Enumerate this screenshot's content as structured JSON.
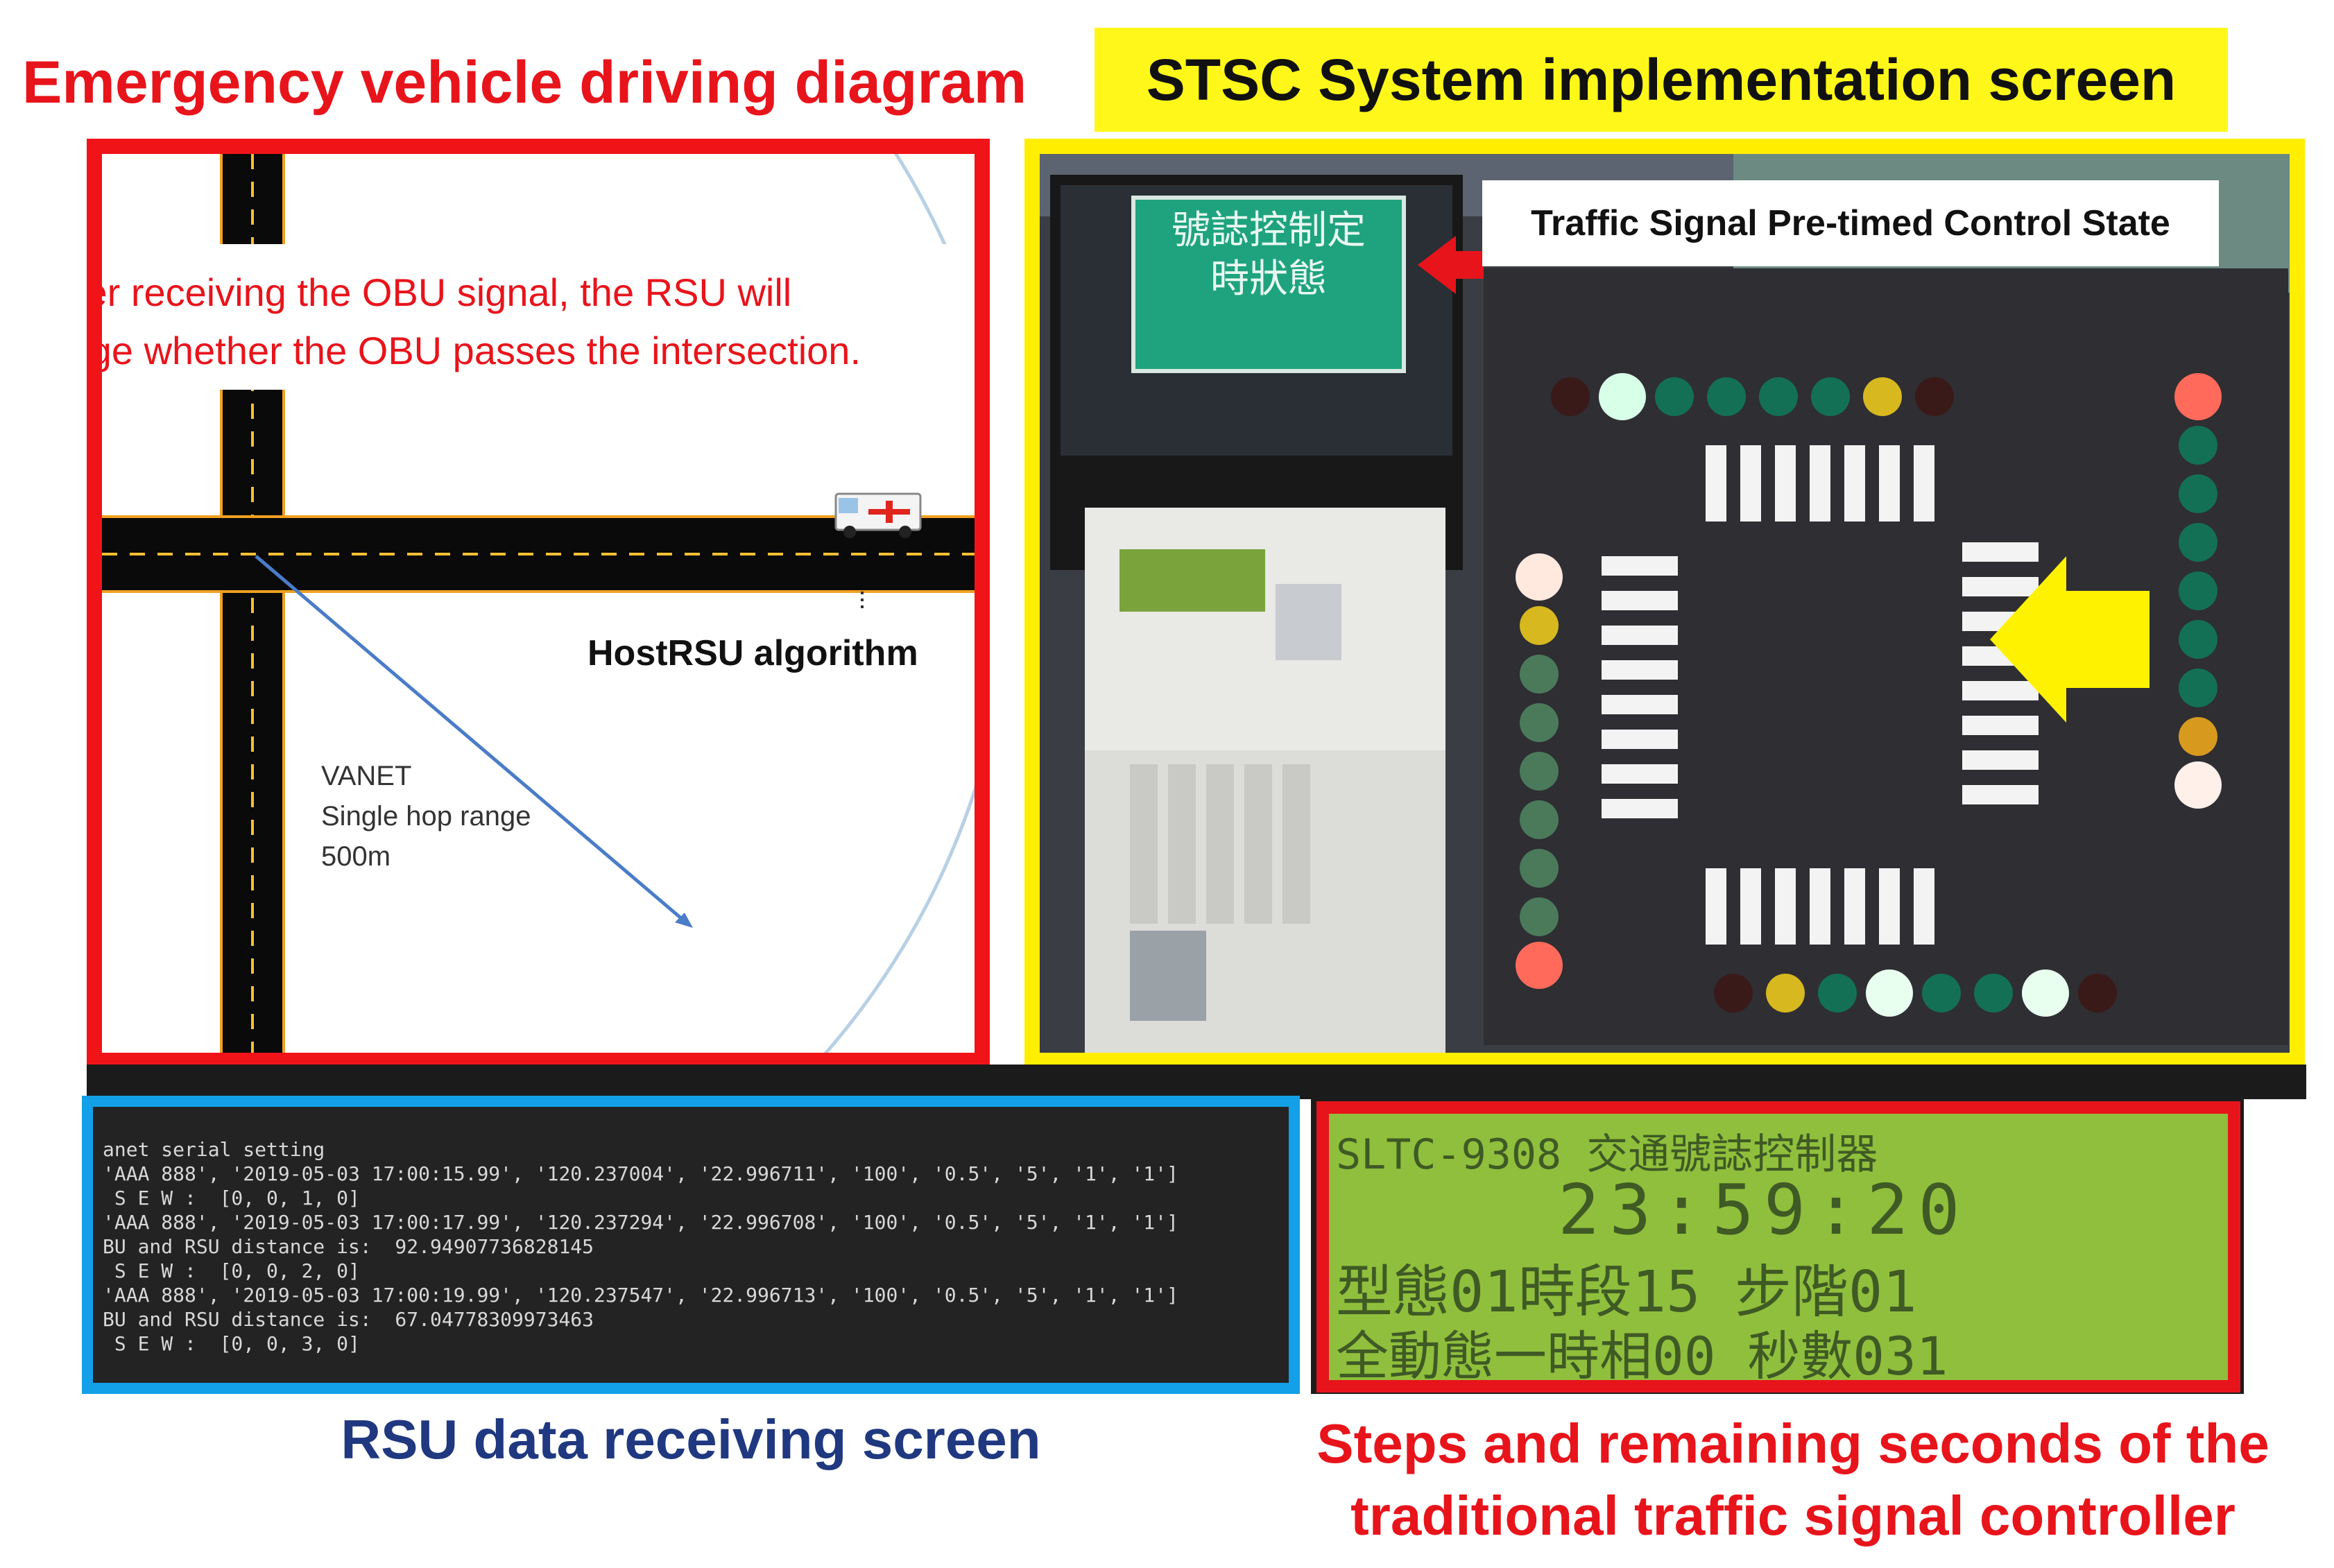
{
  "diagram": {
    "title": "Emergency vehicle driving diagram",
    "annotation_line1": "After receiving the OBU signal, the RSU will",
    "annotation_line2": "judge whether the OBU passes the intersection.",
    "algorithm_label": "HostRSU algorithm",
    "range_line1": "VANET",
    "range_line2": "Single hop range",
    "range_line3": "500m"
  },
  "stsc": {
    "title": "STSC System implementation screen",
    "monitor_line1": "號誌控制定",
    "monitor_line2": "時狀態",
    "state_callout": "Traffic Signal Pre-timed Control State"
  },
  "terminal": {
    "caption": "RSU data receiving screen",
    "lines": [
      "anet serial setting",
      "'AAA 888', '2019-05-03 17:00:15.99', '120.237004', '22.996711', '100', '0.5', '5', '1', '1']",
      " S E W :  [0, 0, 1, 0]",
      "'AAA 888', '2019-05-03 17:00:17.99', '120.237294', '22.996708', '100', '0.5', '5', '1', '1']",
      "BU and RSU distance is:  92.94907736828145",
      " S E W :  [0, 0, 2, 0]",
      "'AAA 888', '2019-05-03 17:00:19.99', '120.237547', '22.996713', '100', '0.5', '5', '1', '1']",
      "BU and RSU distance is:  67.04778309973463",
      " S E W :  [0, 0, 3, 0]"
    ]
  },
  "controller": {
    "caption_line1": "Steps and remaining seconds of the",
    "caption_line2": "traditional traffic signal controller",
    "lcd_line1": "SLTC-9308   交通號誌控制器",
    "lcd_time": "23:59:20",
    "lcd_line3": "型態01時段15 步階01",
    "lcd_line4": "全動態一時相00 秒數031"
  },
  "colors": {
    "diagram_border": "#f01418",
    "stsc_border": "#ffee00",
    "terminal_border": "#14a0e8",
    "lcd_border": "#e8141b",
    "caption_navy": "#1f3880",
    "arrow_yellow": "#fff200"
  }
}
